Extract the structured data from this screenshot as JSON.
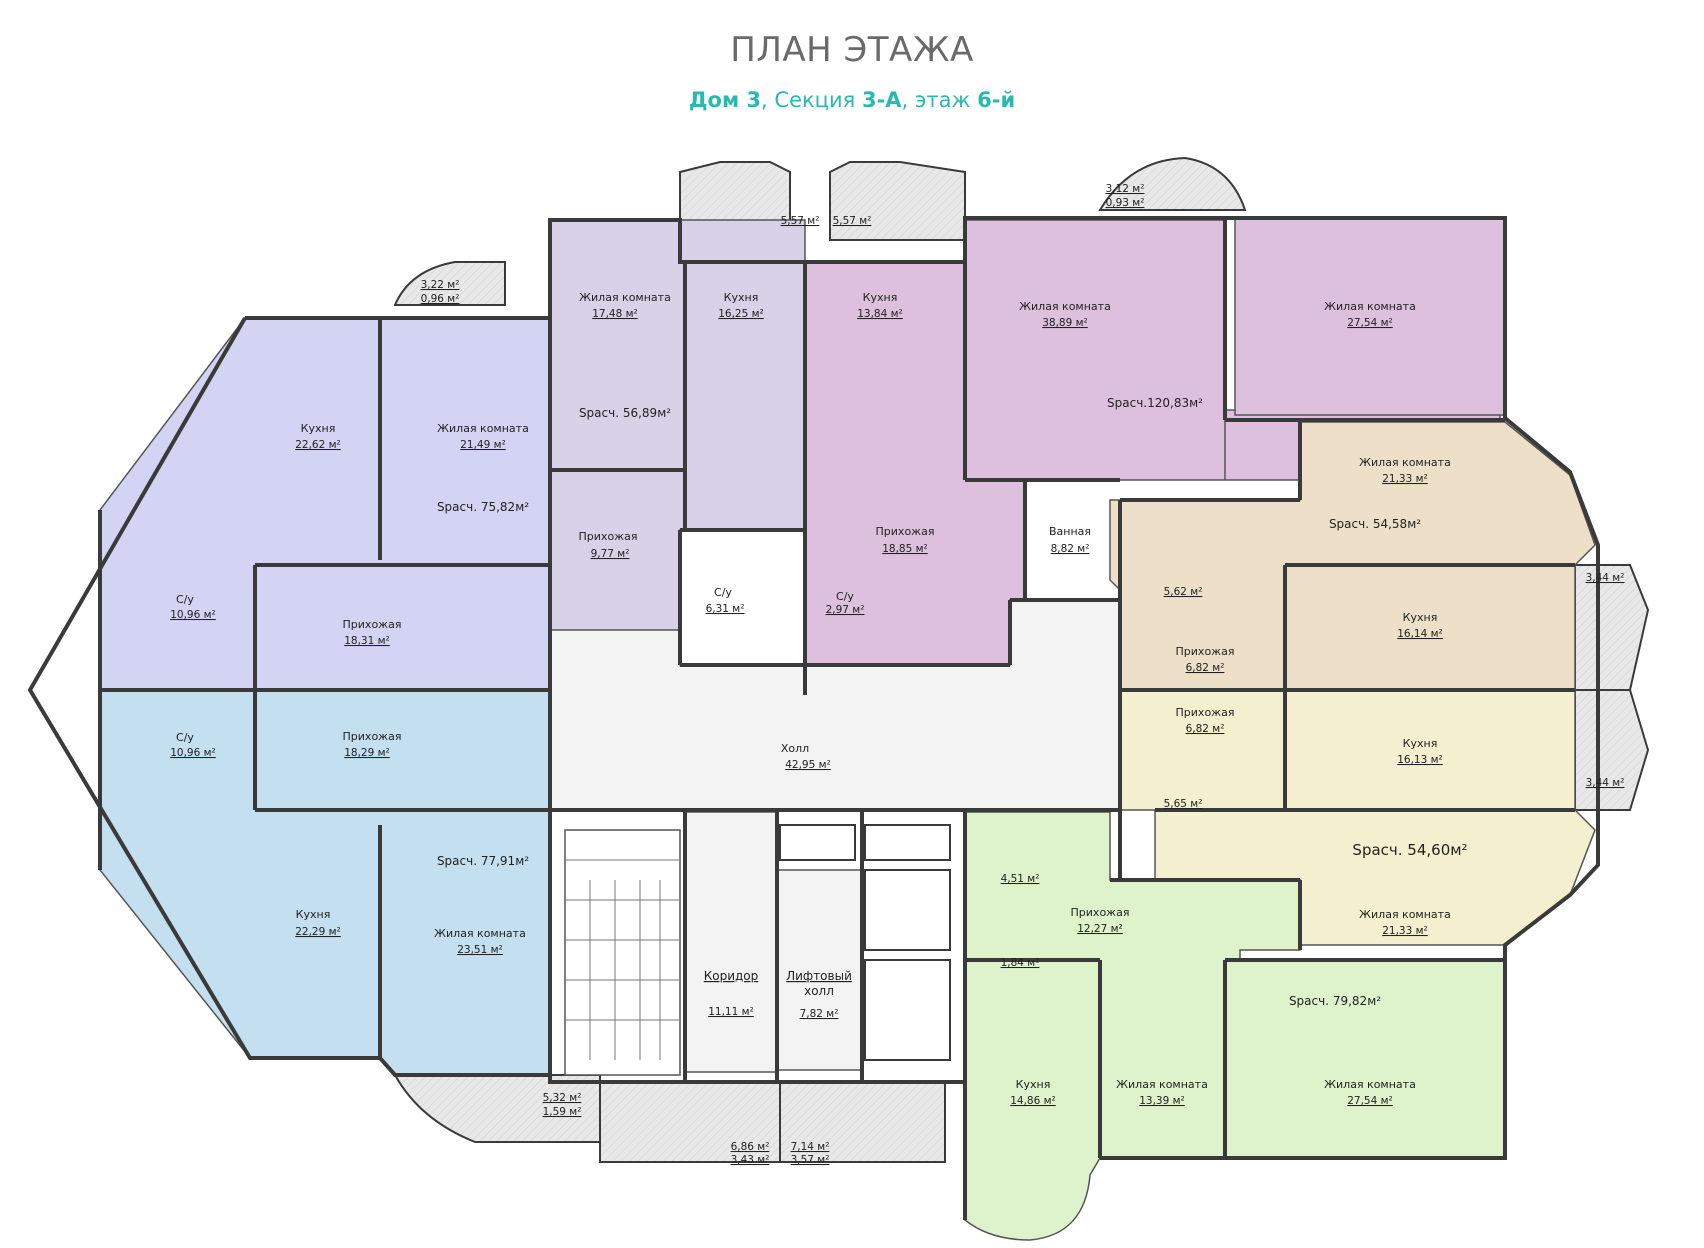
{
  "header": {
    "title": "ПЛАН ЭТАЖА",
    "house": "Дом 3",
    "sep1": ", ",
    "section_word": "Секция ",
    "section": "3-А",
    "sep2": ", ",
    "floor_word": "этаж ",
    "floor": "6-й"
  },
  "colors": {
    "purple_apartment": "#d7d2e8",
    "violet_large": "#ddc0dd",
    "lavender": "#d3d3f3",
    "blue": "#c3dff0",
    "beige": "#eee0c8",
    "light_yellow": "#f4efce",
    "green": "#def3cc",
    "hall": "#f3f3f3",
    "balcony": "#e6e6e6",
    "wall": "#3a3a3a",
    "accent": "#2ab9b0"
  },
  "apartments": {
    "a1": {
      "total": "Sрасч. 56,89м²",
      "living": {
        "name": "Жилая комната",
        "area": "17,48 м²"
      },
      "kitchen": {
        "name": "Кухня",
        "area": "16,25 м²"
      },
      "hall": {
        "name": "Прихожая",
        "area": "9,77 м²"
      },
      "bath": {
        "name": "С/у",
        "area": "6,31 м²"
      }
    },
    "a2": {
      "total": "Sрасч.120,83м²",
      "kitchen": {
        "name": "Кухня",
        "area": "13,84 м²"
      },
      "living1": {
        "name": "Жилая комната",
        "area": "38,89 м²"
      },
      "living2": {
        "name": "Жилая комната",
        "area": "27,54 м²"
      },
      "hall": {
        "name": "Прихожая",
        "area": "18,85 м²"
      },
      "bath": {
        "name": "С/у",
        "area": "2,97 м²"
      },
      "bathroom": {
        "name": "Ванная",
        "area": "8,82 м²"
      }
    },
    "a3": {
      "total": "Sрасч. 75,82м²",
      "kitchen": {
        "name": "Кухня",
        "area": "22,62 м²"
      },
      "living": {
        "name": "Жилая комната",
        "area": "21,49 м²"
      },
      "hall": {
        "name": "Прихожая",
        "area": "18,31 м²"
      },
      "bath": {
        "name": "С/у",
        "area": "10,96 м²"
      }
    },
    "a4": {
      "total": "Sрасч. 77,91м²",
      "kitchen": {
        "name": "Кухня",
        "area": "22,29 м²"
      },
      "living": {
        "name": "Жилая комната",
        "area": "23,51 м²"
      },
      "hall": {
        "name": "Прихожая",
        "area": "18,29 м²"
      },
      "bath": {
        "name": "С/у",
        "area": "10,96 м²"
      }
    },
    "a5": {
      "total": "Sрасч. 54,58м²",
      "living": {
        "name": "Жилая комната",
        "area": "21,33 м²"
      },
      "kitchen": {
        "name": "Кухня",
        "area": "16,14 м²"
      },
      "hall": {
        "name": "Прихожая",
        "area": "6,82 м²"
      },
      "bath": {
        "area": "5,62 м²"
      }
    },
    "a6": {
      "total": "Sрасч. 54,60м²",
      "living": {
        "name": "Жилая комната",
        "area": "21,33 м²"
      },
      "kitchen": {
        "name": "Кухня",
        "area": "16,13 м²"
      },
      "hall": {
        "name": "Прихожая",
        "area": "6,82 м²"
      },
      "bath": {
        "area": "5,65 м²"
      }
    },
    "a7": {
      "total": "Sрасч. 79,82м²",
      "kitchen": {
        "name": "Кухня",
        "area": "14,86 м²"
      },
      "living1": {
        "name": "Жилая комната",
        "area": "13,39 м²"
      },
      "living2": {
        "name": "Жилая комната",
        "area": "27,54 м²"
      },
      "hall": {
        "name": "Прихожая",
        "area": "12,27 м²"
      },
      "bath1": {
        "area": "4,51 м²"
      },
      "bath2": {
        "area": "1,84 м²"
      }
    }
  },
  "common": {
    "holl": {
      "name": "Холл",
      "area": "42,95 м²"
    },
    "corridor": {
      "name": "Коридор",
      "area": "11,11 м²"
    },
    "lift_hall": {
      "name1": "Лифтовый",
      "name2": "холл",
      "area": "7,82 м²"
    }
  },
  "balconies": {
    "top1": "5,57 м²",
    "top2": "5,57 м²",
    "top_right_a": "3,12 м²",
    "top_right_b": "0,93 м²",
    "left_a": "3,22 м²",
    "left_b": "0,96 м²",
    "right1": "3,44 м²",
    "right2": "3,44 м²",
    "bottom_left_a": "5,32 м²",
    "bottom_left_b": "1,59 м²",
    "bottom_mid_a": "6,86 м²",
    "bottom_mid_b": "3,43 м²",
    "bottom_mid2_a": "7,14 м²",
    "bottom_mid2_b": "3,57 м²"
  }
}
